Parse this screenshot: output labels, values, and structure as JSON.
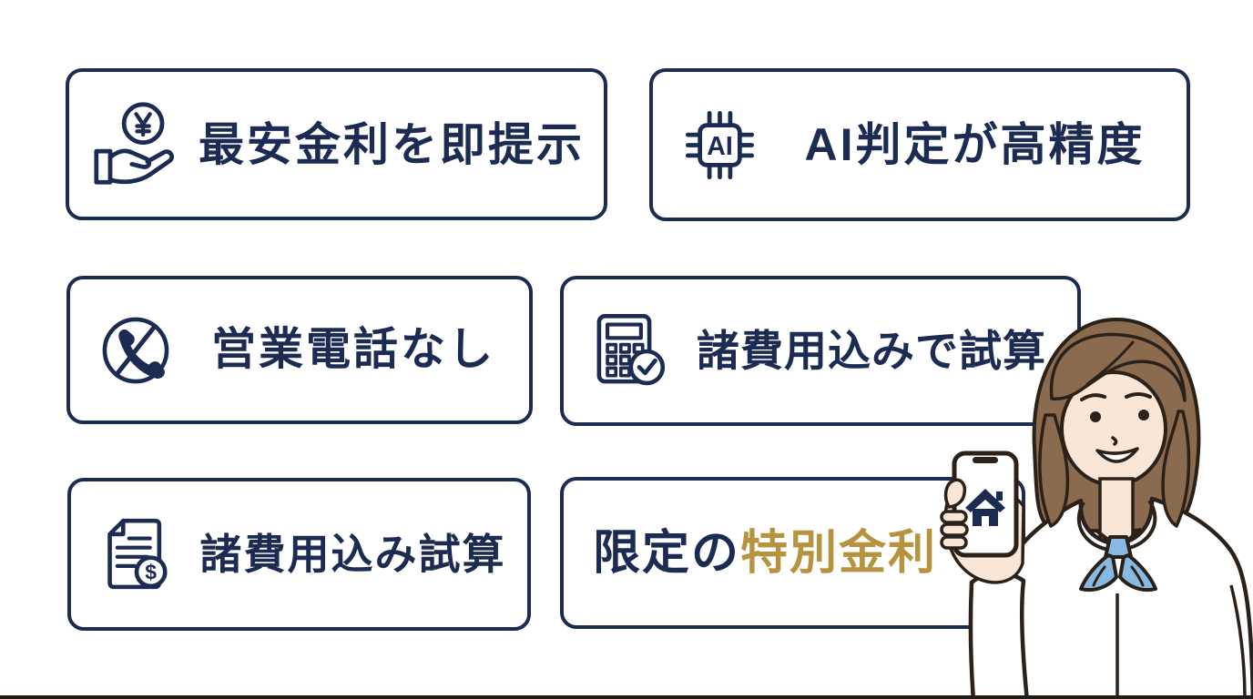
{
  "colors": {
    "navy": "#1c2b52",
    "gold": "#b6933e",
    "box_border": "#1c2b52",
    "box_background": "#ffffff",
    "page_background": "#ffffff",
    "bottom_line": "#231a13",
    "illustration": {
      "hair": "#8a6b4f",
      "skin": "#f9e6d6",
      "outline": "#2b2118",
      "ribbon": "#87b9e2",
      "blouse": "#ffffff",
      "phone_house_icon": "#1c2b52"
    }
  },
  "feature_boxes": [
    {
      "label": "最安金利を即提示",
      "icon": "hand-yen-coin-icon"
    },
    {
      "label": "AI判定が高精度",
      "icon": "ai-chip-icon"
    },
    {
      "label": "営業電話なし",
      "icon": "no-sales-call-icon"
    },
    {
      "label": "諸費用込みで試算",
      "icon": "calculator-check-icon"
    },
    {
      "label": "諸費用込み試算",
      "icon": "document-dollar-icon"
    },
    {
      "label_prefix": "限定の",
      "label_highlight": "特別金利"
    }
  ],
  "icons": {
    "yen_symbol": "¥",
    "dollar_symbol": "$",
    "ai_chip_text": "AI"
  }
}
